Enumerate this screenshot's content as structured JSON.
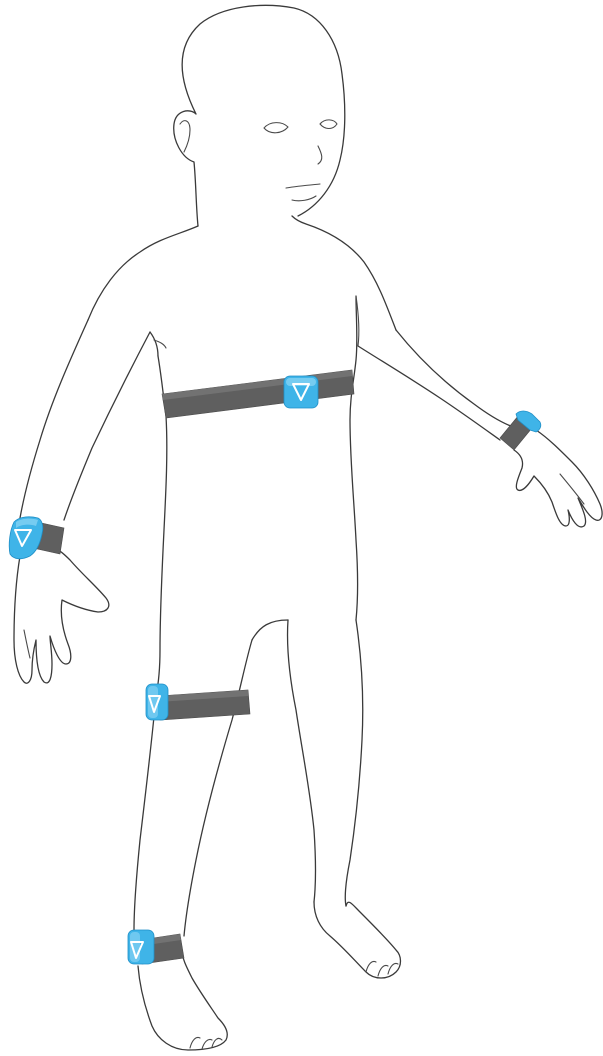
{
  "figure": {
    "subject": "child-body-outline",
    "colors": {
      "outline": "#3a3a3a",
      "strap": "#5f5f5f",
      "strap_highlight": "#7a7a7a",
      "sensor": "#3fb4e8",
      "sensor_edge": "#1f8fc7",
      "sensor_light": "#8fd6f5",
      "background": "#ffffff"
    },
    "sensors": [
      {
        "placement": "chest",
        "icon": "triangle-down-icon"
      },
      {
        "placement": "left-wrist",
        "icon": "triangle-down-icon"
      },
      {
        "placement": "right-wrist",
        "icon": "triangle-down-icon"
      },
      {
        "placement": "thigh",
        "icon": "triangle-down-icon"
      },
      {
        "placement": "ankle",
        "icon": "triangle-down-icon"
      }
    ]
  }
}
